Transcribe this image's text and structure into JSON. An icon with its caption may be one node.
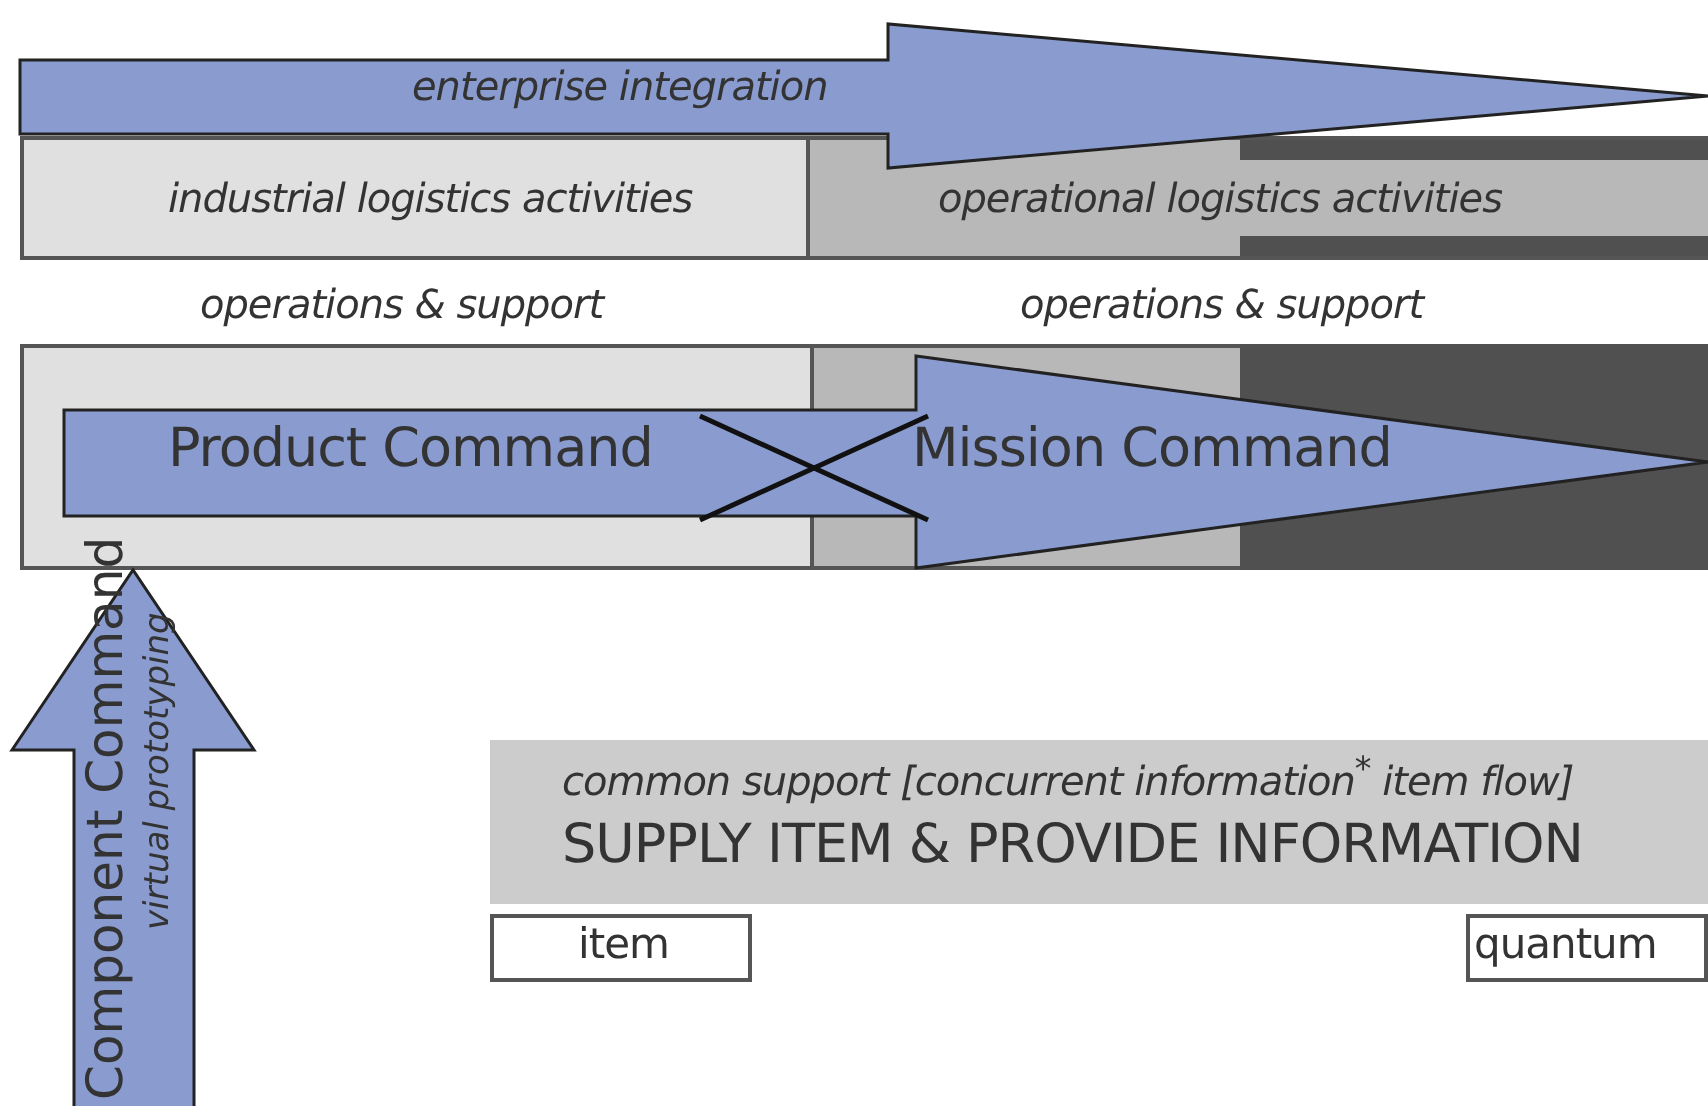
{
  "diagram": {
    "nodes": [
      {
        "text": [
          "enterprise integration"
        ]
      },
      {
        "text": [
          "industrial logistics activities"
        ]
      },
      {
        "text": [
          "operational logistics activities"
        ]
      },
      {
        "text": [
          "Product Command",
          "Mission Command"
        ]
      },
      {
        "text": [
          "Component Command",
          "virtual prototyping"
        ]
      },
      {
        "text": [
          "common support [concurrent information$^{*}$ item flow]",
          "SUPPLY ITEM & PROVIDE INFORMATION"
        ]
      },
      {
        "text": [
          "item"
        ]
      },
      {
        "text": [
          "quantum"
        ]
      }
    ],
    "edges": [],
    "labels": [
      "operations & support",
      "operations & support"
    ]
  }
}
